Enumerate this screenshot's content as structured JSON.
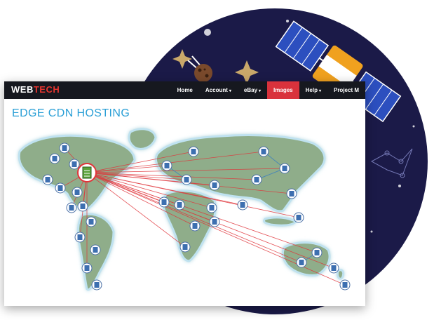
{
  "brand": {
    "part1": "WEB",
    "part2": "TECH"
  },
  "nav": {
    "items": [
      {
        "label": "Home",
        "caret": false,
        "active": false
      },
      {
        "label": "Account",
        "caret": true,
        "active": false
      },
      {
        "label": "eBay",
        "caret": true,
        "active": false
      },
      {
        "label": "Images",
        "caret": false,
        "active": true
      },
      {
        "label": "Help",
        "caret": true,
        "active": false
      },
      {
        "label": "Project M",
        "caret": false,
        "active": false
      }
    ]
  },
  "page": {
    "title": "EDGE CDN HOSTING"
  },
  "colors": {
    "nav_bg": "#16181f",
    "active": "#d9323c",
    "title": "#2a9fd6",
    "land": "#8fad8a",
    "links": "#e0343a",
    "space": "#1a1a4a"
  },
  "icons": [
    "satellite-icon",
    "meteor-icon",
    "star-icon",
    "server-icon",
    "origin-server-icon"
  ]
}
